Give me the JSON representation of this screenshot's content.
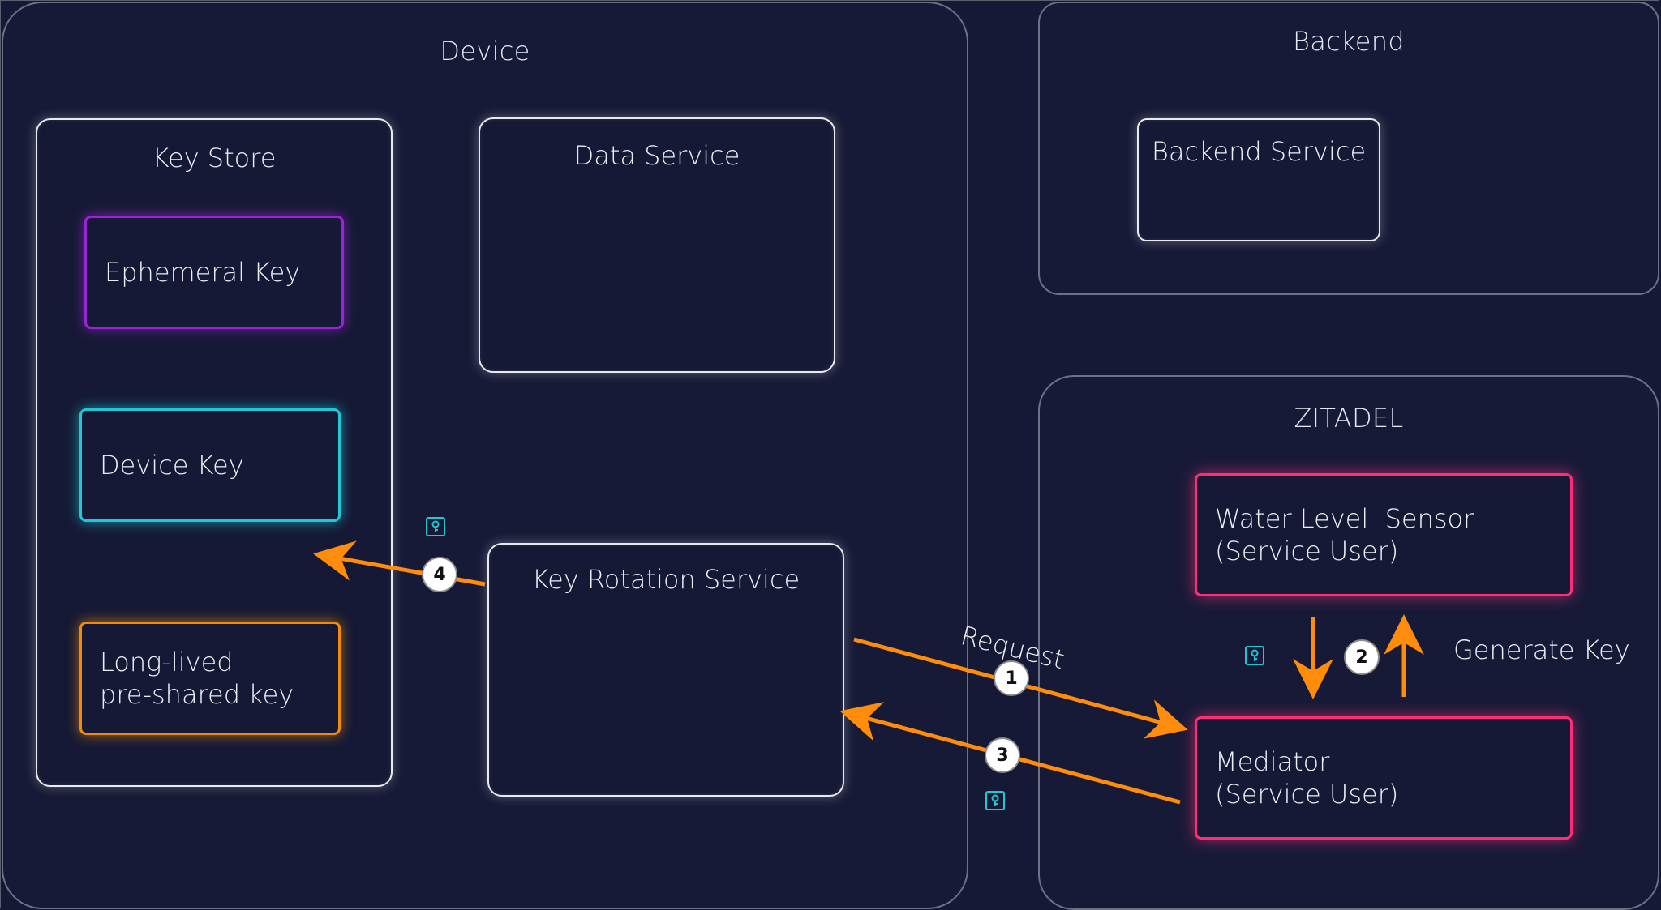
{
  "regions": {
    "device": "Device",
    "backend": "Backend",
    "zitadel": "ZITADEL"
  },
  "boxes": {
    "key_store": "Key Store",
    "data_service": "Data Service",
    "key_rotation_service": "Key Rotation Service",
    "backend_service": "Backend Service"
  },
  "keys": {
    "ephemeral": "Ephemeral Key",
    "device": "Device Key",
    "long_lived_line1": "Long-lived",
    "long_lived_line2": "pre-shared key"
  },
  "service_users": {
    "sensor_line1": "Water Level  Sensor",
    "sensor_line2": "(Service User)",
    "mediator_line1": "Mediator",
    "mediator_line2": "(Service User)"
  },
  "labels": {
    "request": "Request",
    "generate_key": "Generate Key"
  },
  "steps": [
    "1",
    "2",
    "3",
    "4"
  ],
  "icons": {
    "key_token": "key-icon"
  },
  "colors": {
    "background": "#161936",
    "arrow": "#ff8c0a",
    "ephemeral_border": "#9b24d6",
    "device_border": "#1ec8d4",
    "long_lived_border": "#f08c0a",
    "service_user_border": "#ff2d78"
  }
}
